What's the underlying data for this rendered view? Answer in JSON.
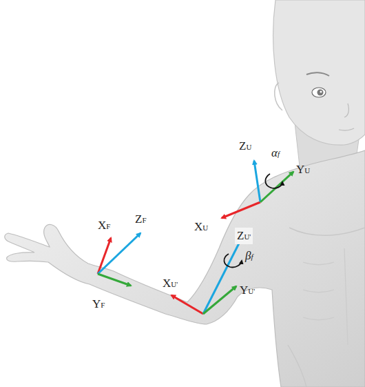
{
  "diagram": {
    "labels": [
      "XF",
      "ZF",
      "YF",
      "XU'",
      "ZU'",
      "YU'",
      "βf",
      "XU",
      "ZU",
      "YU",
      "αf"
    ]
  }
}
